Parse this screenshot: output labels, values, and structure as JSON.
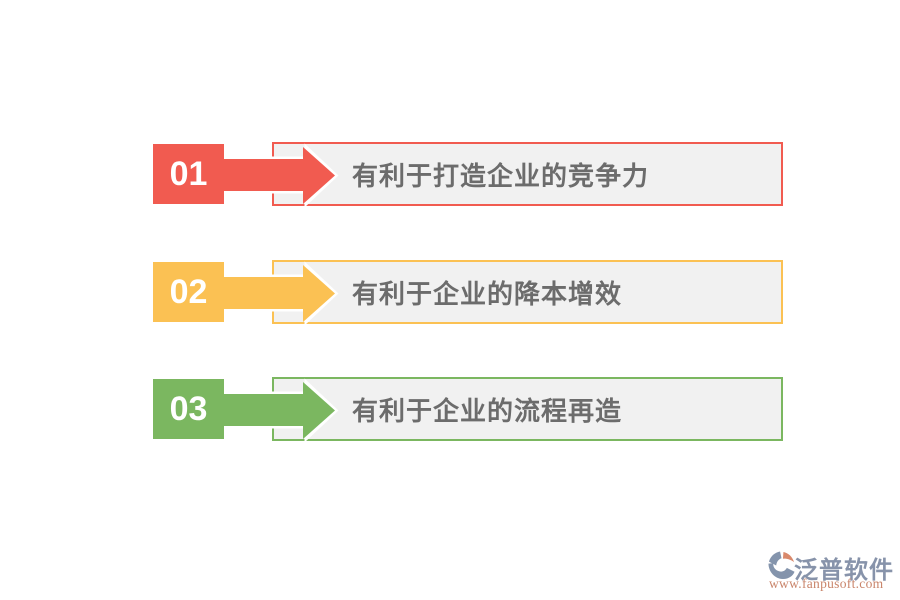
{
  "page": {
    "background": "#ffffff",
    "box_fill": "#f1f1f1",
    "label_color": "#6c6c6c",
    "number_color": "#ffffff"
  },
  "items": [
    {
      "number": "01",
      "label": "有利于打造企业的竞争力",
      "color": "#f15b50"
    },
    {
      "number": "02",
      "label": "有利于企业的降本增效",
      "color": "#fbc153"
    },
    {
      "number": "03",
      "label": "有利于企业的流程再造",
      "color": "#7bb760"
    }
  ],
  "watermark": {
    "brand": "泛普软件",
    "url": "www.fanpusoft.com",
    "brand_color": "#8793aa",
    "url_color": "#c9846a",
    "logo_blue": "#8494ac",
    "logo_orange": "#d9896c"
  }
}
